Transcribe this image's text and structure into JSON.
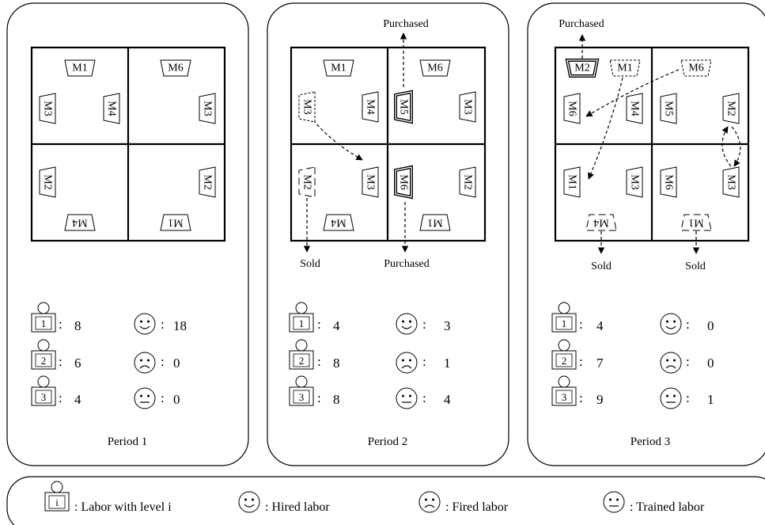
{
  "periods": [
    {
      "title": "Period 1",
      "machines": [
        {
          "label": "M1"
        },
        {
          "label": "M3"
        },
        {
          "label": "M4"
        },
        {
          "label": "M6"
        },
        {
          "label": "M3"
        },
        {
          "label": "M2"
        },
        {
          "label": "M4"
        },
        {
          "label": "M2"
        },
        {
          "label": "M1"
        }
      ],
      "arrow_labels": [],
      "labor_levels": [
        {
          "level": "1",
          "count": "8"
        },
        {
          "level": "2",
          "count": "6"
        },
        {
          "level": "3",
          "count": "4"
        }
      ],
      "labor_changes": [
        {
          "kind": "hired",
          "count": "18"
        },
        {
          "kind": "fired",
          "count": "0"
        },
        {
          "kind": "trained",
          "count": "0"
        }
      ]
    },
    {
      "title": "Period 2",
      "machines": [
        {
          "label": "M1"
        },
        {
          "label": "M3"
        },
        {
          "label": "M4"
        },
        {
          "label": "M6"
        },
        {
          "label": "M5"
        },
        {
          "label": "M3"
        },
        {
          "label": "M2"
        },
        {
          "label": "M3"
        },
        {
          "label": "M4"
        },
        {
          "label": "M6"
        },
        {
          "label": "M2"
        },
        {
          "label": "M1"
        }
      ],
      "arrow_labels": [
        "Purchased",
        "Sold",
        "Purchased"
      ],
      "labor_levels": [
        {
          "level": "1",
          "count": "4"
        },
        {
          "level": "2",
          "count": "8"
        },
        {
          "level": "3",
          "count": "8"
        }
      ],
      "labor_changes": [
        {
          "kind": "hired",
          "count": "3"
        },
        {
          "kind": "fired",
          "count": "1"
        },
        {
          "kind": "trained",
          "count": "4"
        }
      ]
    },
    {
      "title": "Period 3",
      "machines": [
        {
          "label": "M2"
        },
        {
          "label": "M1"
        },
        {
          "label": "M6"
        },
        {
          "label": "M4"
        },
        {
          "label": "M6"
        },
        {
          "label": "M5"
        },
        {
          "label": "M2"
        },
        {
          "label": "M1"
        },
        {
          "label": "M3"
        },
        {
          "label": "M4"
        },
        {
          "label": "M6"
        },
        {
          "label": "M3"
        },
        {
          "label": "M1"
        }
      ],
      "arrow_labels": [
        "Purchased",
        "Sold",
        "Sold"
      ],
      "labor_levels": [
        {
          "level": "1",
          "count": "4"
        },
        {
          "level": "2",
          "count": "7"
        },
        {
          "level": "3",
          "count": "9"
        }
      ],
      "labor_changes": [
        {
          "kind": "hired",
          "count": "0"
        },
        {
          "kind": "fired",
          "count": "0"
        },
        {
          "kind": "trained",
          "count": "1"
        }
      ]
    }
  ],
  "legend": {
    "worker_symbol": "i",
    "worker_label": ": Labor with level i",
    "hired_label": ": Hired labor",
    "fired_label": ": Fired labor",
    "trained_label": ": Trained labor"
  },
  "separator": ":"
}
